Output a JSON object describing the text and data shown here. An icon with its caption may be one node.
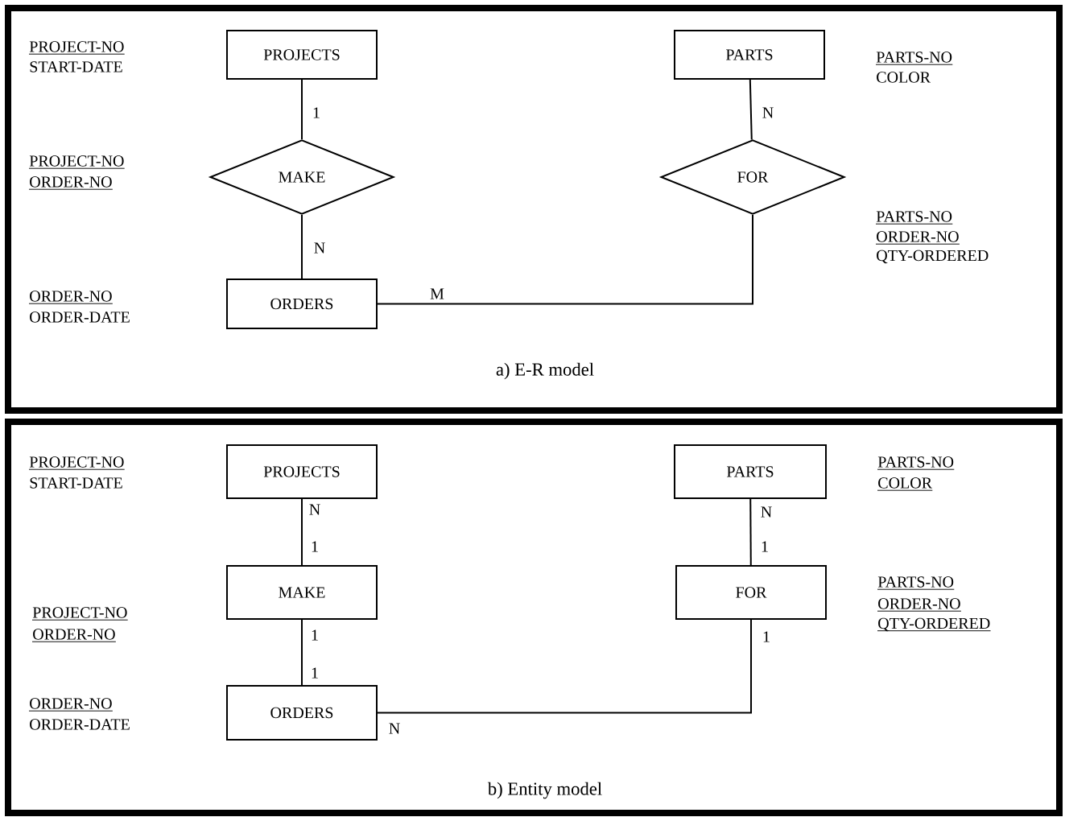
{
  "diagram": {
    "nodes": [
      {
        "text": [
          "a) E-R model"
        ]
      },
      {
        "text": [
          "PROJECTS"
        ],
        "in": 0,
        "beside": [
          "PROJECT-NO",
          "START-DATE"
        ]
      },
      {
        "text": [
          "PARTS"
        ],
        "in": 0,
        "beside": [
          "PARTS-NO",
          "COLOR"
        ]
      },
      {
        "text": [
          "MAKE"
        ],
        "in": 0,
        "beside": [
          "PROJECT-NO",
          "ORDER-NO"
        ]
      },
      {
        "text": [
          "FOR"
        ],
        "in": 0,
        "beside": [
          "PARTS-NO",
          "ORDER-NO",
          "QTY-ORDERED"
        ]
      },
      {
        "text": [
          "ORDERS"
        ],
        "in": 0,
        "beside": [
          "ORDER-NO",
          "ORDER-DATE"
        ]
      },
      {
        "text": [
          "b) Entity model"
        ]
      },
      {
        "text": [
          "PROJECTS"
        ],
        "in": 6,
        "beside": [
          "PROJECT-NO",
          "START-DATE"
        ]
      },
      {
        "text": [
          "PARTS"
        ],
        "in": 6,
        "beside": [
          "PARTS-NO",
          "COLOR"
        ]
      },
      {
        "text": [
          "MAKE"
        ],
        "in": 6,
        "beside": [
          "PROJECT-NO",
          "ORDER-NO"
        ]
      },
      {
        "text": [
          "FOR"
        ],
        "in": 6,
        "beside": [
          "PARTS-NO",
          "ORDER-NO",
          "QTY-ORDERED"
        ]
      },
      {
        "text": [
          "ORDERS"
        ],
        "in": 6,
        "beside": [
          "ORDER-NO",
          "ORDER-DATE"
        ]
      }
    ],
    "edges": [
      {
        "from": 1,
        "to": 3,
        "arrow": "none",
        "label": "1"
      },
      {
        "from": 3,
        "to": 5,
        "arrow": "none",
        "label": "N"
      },
      {
        "from": 2,
        "to": 4,
        "arrow": "none",
        "label": "N"
      },
      {
        "from": 5,
        "to": 4,
        "arrow": "none",
        "label": "M"
      },
      {
        "from": 7,
        "to": 9,
        "arrow": "none",
        "label": "N"
      },
      {
        "from": 9,
        "to": 11,
        "arrow": "none",
        "label": "1"
      },
      {
        "from": 8,
        "to": 10,
        "arrow": "none",
        "label": "N"
      },
      {
        "from": 11,
        "to": 10,
        "arrow": "none",
        "label": "N"
      }
    ],
    "labels": [
      "1",
      "1",
      "1",
      "1"
    ]
  }
}
